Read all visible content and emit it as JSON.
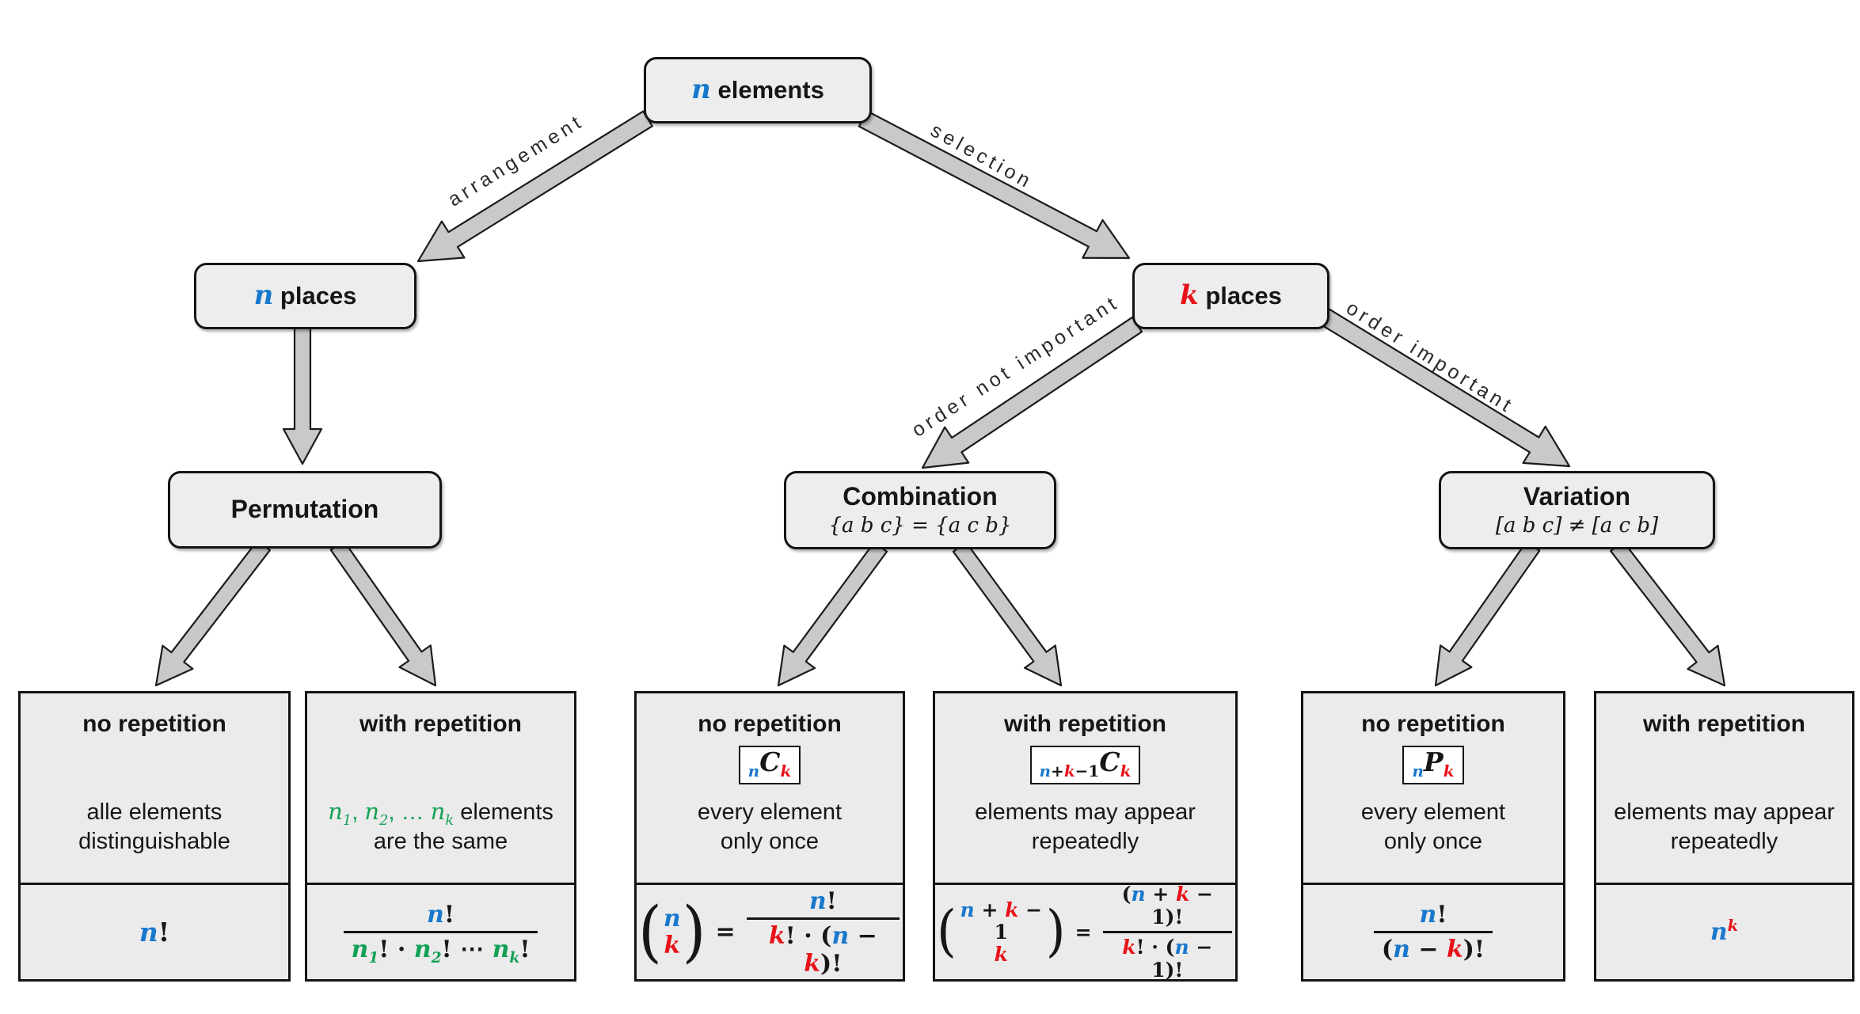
{
  "colors": {
    "blue_n": "#1878cc",
    "red_k": "#e81219",
    "green_n_sub": "#12a155",
    "box_fill": "#ededed",
    "card_fill": "#ebebeb",
    "border_ink": "#141414",
    "arrow_fill": "#c9c9c9",
    "badge_bg": "#ffffff"
  },
  "nodes": {
    "root": {
      "title": [
        {
          "t": "n",
          "c": "b",
          "i": 1
        },
        {
          "t": " elements"
        }
      ]
    },
    "n_places": {
      "title": [
        {
          "t": "n",
          "c": "b",
          "i": 1
        },
        {
          "t": " places"
        }
      ]
    },
    "k_places": {
      "title": [
        {
          "t": "k",
          "c": "r",
          "i": 1
        },
        {
          "t": " places"
        }
      ]
    },
    "permutation": {
      "title": [
        {
          "t": "Permutation"
        }
      ]
    },
    "combination": {
      "title": [
        {
          "t": "Combination"
        }
      ],
      "subtitle": [
        {
          "t": "{a b c} = {a c b}",
          "i": 1
        }
      ]
    },
    "variation": {
      "title": [
        {
          "t": "Variation"
        }
      ],
      "subtitle": [
        {
          "t": "[a b c] ≠ [a c b]",
          "i": 1
        }
      ]
    }
  },
  "edges": {
    "arrangement": "arrangement",
    "selection": "selection",
    "order_not_important": "order not important",
    "order_important": "order important"
  },
  "cards": [
    {
      "id": "permutation-no-repetition",
      "title": "no repetition",
      "badge": null,
      "desc": [
        [
          {
            "t": "alle elements"
          }
        ],
        [
          {
            "t": "distinguishable"
          }
        ]
      ],
      "formula": [
        {
          "t": "n",
          "c": "b",
          "i": 1
        },
        {
          "t": "!"
        }
      ]
    },
    {
      "id": "permutation-with-repetition",
      "title": "with repetition",
      "badge": null,
      "desc": [
        [
          {
            "t": "n",
            "c": "g",
            "i": 1,
            "sub": "1"
          },
          {
            "t": ", ",
            "c": "g"
          },
          {
            "t": "n",
            "c": "g",
            "i": 1,
            "sub": "2"
          },
          {
            "t": ", … ",
            "c": "g"
          },
          {
            "t": "n",
            "c": "g",
            "i": 1,
            "sub": {
              "t": "k",
              "i": 1
            }
          },
          {
            "t": " elements"
          }
        ],
        [
          {
            "t": "are the same"
          }
        ]
      ],
      "formula": [
        {
          "frac": {
            "num": [
              {
                "t": "n",
                "c": "b",
                "i": 1
              },
              {
                "t": "!"
              }
            ],
            "den": [
              {
                "t": "n",
                "c": "g",
                "i": 1,
                "sub": "1"
              },
              {
                "t": "! · "
              },
              {
                "t": "n",
                "c": "g",
                "i": 1,
                "sub": "2"
              },
              {
                "t": "! ⋯ "
              },
              {
                "t": "n",
                "c": "g",
                "i": 1,
                "sub": {
                  "t": "k",
                  "i": 1
                }
              },
              {
                "t": "!"
              }
            ]
          }
        }
      ]
    },
    {
      "id": "combination-no-repetition",
      "title": "no repetition",
      "badge": [
        {
          "t": "n",
          "c": "b",
          "i": 1,
          "low": 1
        },
        {
          "t": "C",
          "i": 1,
          "big": 1
        },
        {
          "t": "k",
          "c": "r",
          "i": 1,
          "low": 1
        }
      ],
      "desc": [
        [
          {
            "t": "every element"
          }
        ],
        [
          {
            "t": "only once"
          }
        ]
      ],
      "formula": [
        {
          "binom": {
            "top": [
              {
                "t": "n",
                "c": "b",
                "i": 1
              }
            ],
            "bot": [
              {
                "t": "k",
                "c": "r",
                "i": 1
              }
            ]
          }
        },
        {
          "t": "=",
          "eq": 1
        },
        {
          "frac": {
            "num": [
              {
                "t": "n",
                "c": "b",
                "i": 1
              },
              {
                "t": "!"
              }
            ],
            "den": [
              {
                "t": "k",
                "c": "r",
                "i": 1
              },
              {
                "t": "! · ("
              },
              {
                "t": "n",
                "c": "b",
                "i": 1
              },
              {
                "t": " − "
              },
              {
                "t": "k",
                "c": "r",
                "i": 1
              },
              {
                "t": ")!"
              }
            ]
          }
        }
      ]
    },
    {
      "id": "combination-with-repetition",
      "title": "with repetition",
      "badge": [
        {
          "t": "n",
          "c": "b",
          "i": 1,
          "low": 1
        },
        {
          "t": "+",
          "low": 1
        },
        {
          "t": "k",
          "c": "r",
          "i": 1,
          "low": 1
        },
        {
          "t": "−1",
          "low": 1
        },
        {
          "t": "C",
          "i": 1,
          "big": 1
        },
        {
          "t": "k",
          "c": "r",
          "i": 1,
          "low": 1
        }
      ],
      "desc": [
        [
          {
            "t": "elements may appear"
          }
        ],
        [
          {
            "t": "repeatedly"
          }
        ]
      ],
      "formula": [
        {
          "binom": {
            "top": [
              {
                "t": "n",
                "c": "b",
                "i": 1
              },
              {
                "t": " + "
              },
              {
                "t": "k",
                "c": "r",
                "i": 1
              },
              {
                "t": " − 1"
              }
            ],
            "bot": [
              {
                "t": "k",
                "c": "r",
                "i": 1
              }
            ]
          }
        },
        {
          "t": "=",
          "eq": 1
        },
        {
          "frac": {
            "num": [
              {
                "t": "("
              },
              {
                "t": "n",
                "c": "b",
                "i": 1
              },
              {
                "t": " + "
              },
              {
                "t": "k",
                "c": "r",
                "i": 1
              },
              {
                "t": " − 1)!"
              }
            ],
            "den": [
              {
                "t": "k",
                "c": "r",
                "i": 1
              },
              {
                "t": "! · ("
              },
              {
                "t": "n",
                "c": "b",
                "i": 1
              },
              {
                "t": " − 1)!"
              }
            ]
          }
        }
      ]
    },
    {
      "id": "variation-no-repetition",
      "title": "no repetition",
      "badge": [
        {
          "t": "n",
          "c": "b",
          "i": 1,
          "low": 1
        },
        {
          "t": "P",
          "i": 1,
          "big": 1
        },
        {
          "t": "k",
          "c": "r",
          "i": 1,
          "low": 1
        }
      ],
      "desc": [
        [
          {
            "t": "every element"
          }
        ],
        [
          {
            "t": "only once"
          }
        ]
      ],
      "formula": [
        {
          "frac": {
            "num": [
              {
                "t": "n",
                "c": "b",
                "i": 1
              },
              {
                "t": "!"
              }
            ],
            "den": [
              {
                "t": "("
              },
              {
                "t": "n",
                "c": "b",
                "i": 1
              },
              {
                "t": " − "
              },
              {
                "t": "k",
                "c": "r",
                "i": 1
              },
              {
                "t": ")!"
              }
            ]
          }
        }
      ]
    },
    {
      "id": "variation-with-repetition",
      "title": "with repetition",
      "badge": null,
      "desc": [
        [
          {
            "t": "elements may appear"
          }
        ],
        [
          {
            "t": "repeatedly"
          }
        ]
      ],
      "formula": [
        {
          "t": "n",
          "c": "b",
          "i": 1,
          "sup": {
            "t": "k",
            "c": "r",
            "i": 1
          }
        }
      ]
    }
  ]
}
